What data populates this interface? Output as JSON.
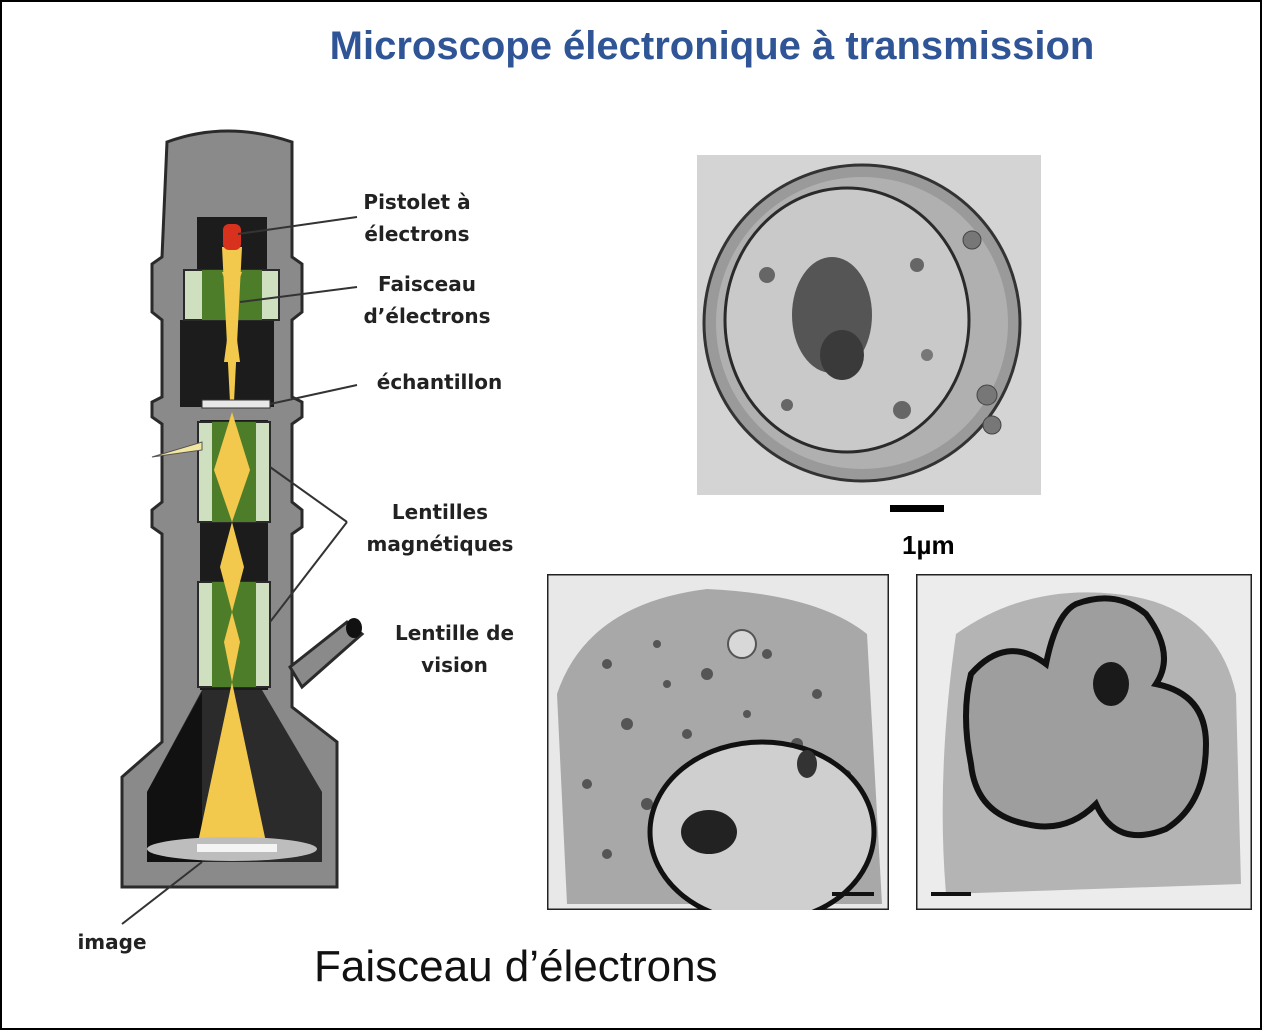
{
  "title": "Microscope électronique à transmission",
  "caption": "Faisceau d’électrons",
  "diagram": {
    "labels": {
      "gun": [
        "Pistolet à",
        "électrons"
      ],
      "beam": [
        "Faisceau",
        "d’électrons"
      ],
      "sample": "échantillon",
      "lenses": [
        "Lentilles",
        "magnétiques"
      ],
      "viewing_lens": [
        "Lentille de",
        "vision"
      ],
      "image": "image"
    },
    "colors": {
      "beam": "#f2c94c",
      "gun": "#d8321f",
      "lens": "#4e7d2a",
      "body": "#8a8a8a",
      "interior": "#1c1c1c"
    }
  },
  "micrographs": {
    "scale_label": "1µm"
  }
}
